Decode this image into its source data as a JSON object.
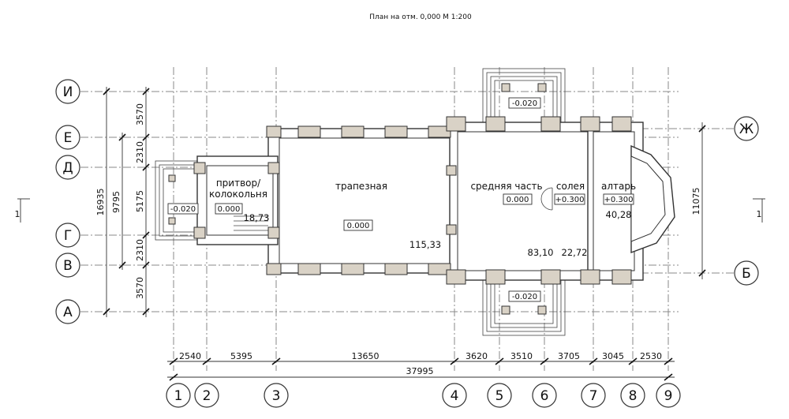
{
  "title": "План на отм. 0,000 М 1:200",
  "axes_vertical": [
    "1",
    "2",
    "3",
    "4",
    "5",
    "6",
    "7",
    "8",
    "9"
  ],
  "axes_horizontal_left": [
    "И",
    "Е",
    "Д",
    "Г",
    "В",
    "А"
  ],
  "axes_horizontal_right": [
    "Ж",
    "Б"
  ],
  "section_marks": [
    "1",
    "1"
  ],
  "dims_bottom": [
    "2540",
    "5395",
    "13650",
    "3620",
    "3510",
    "3705",
    "3045",
    "2530"
  ],
  "dim_bottom_total": "37995",
  "dims_left": [
    "3570",
    "2310",
    "5175",
    "2310",
    "3570"
  ],
  "dim_left_mid": "9795",
  "dim_left_total": "16935",
  "dim_right": "11075",
  "rooms": {
    "pritvor_line1": "притвор/",
    "pritvor_line2": "колокольня",
    "trapeznaya": "трапезная",
    "srednyaya": "средняя часть",
    "soleya": "солея",
    "altar": "алтарь"
  },
  "areas": {
    "pritvor": "18,73",
    "trapeznaya": "115,33",
    "srednyaya": "83,10",
    "soleya": "22,72",
    "altar": "40,28"
  },
  "marks": {
    "pritvor_porch": "-0.020",
    "pritvor": "0.000",
    "trapeznaya": "0.000",
    "srednyaya": "0.000",
    "soleya": "+0.300",
    "altar": "+0.300",
    "porch_north": "-0.020",
    "porch_south": "-0.020"
  }
}
